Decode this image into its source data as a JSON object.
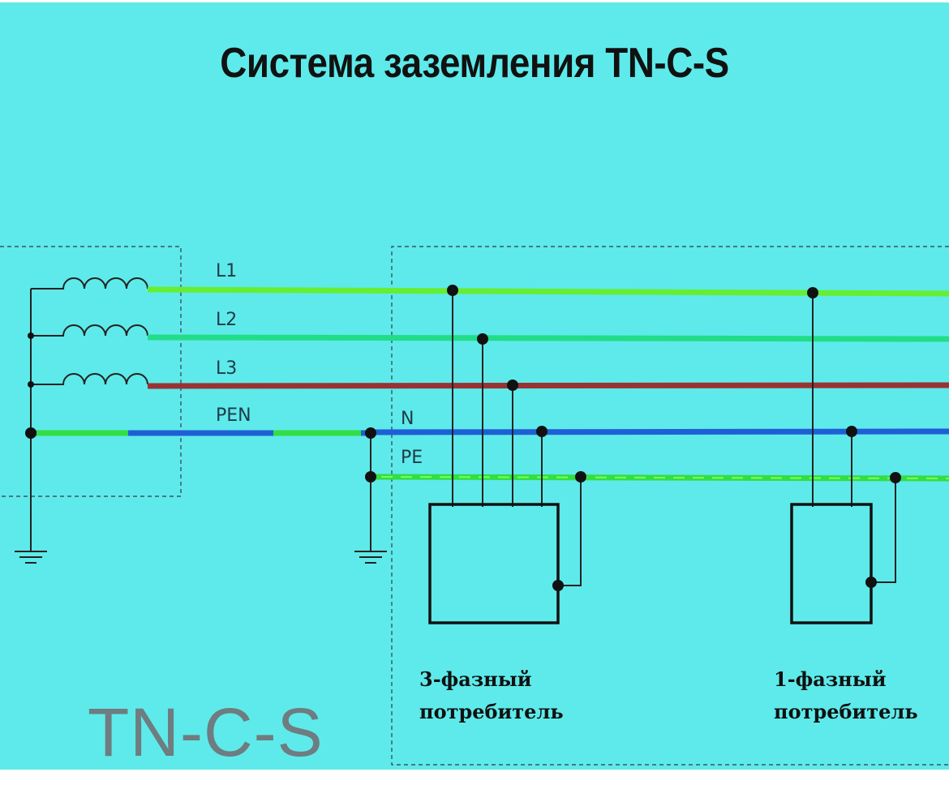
{
  "title": "Система заземления TN-C-S",
  "wires": {
    "l1": "L1",
    "l2": "L2",
    "l3": "L3",
    "pen": "PEN",
    "n": "N",
    "pe": "PE"
  },
  "loads": {
    "three_phase": {
      "line1": "3-фазный",
      "line2": "потребитель"
    },
    "one_phase": {
      "line1": "1-фазный",
      "line2": "потребитель"
    }
  },
  "system_label": "TN-C-S",
  "colors": {
    "background": "#5eeaea",
    "l1": "#66ee33",
    "l2": "#22dd88",
    "l3": "#993333",
    "neutral": "#1f5fd6",
    "pe": "#33dd44",
    "outline": "#111111"
  }
}
